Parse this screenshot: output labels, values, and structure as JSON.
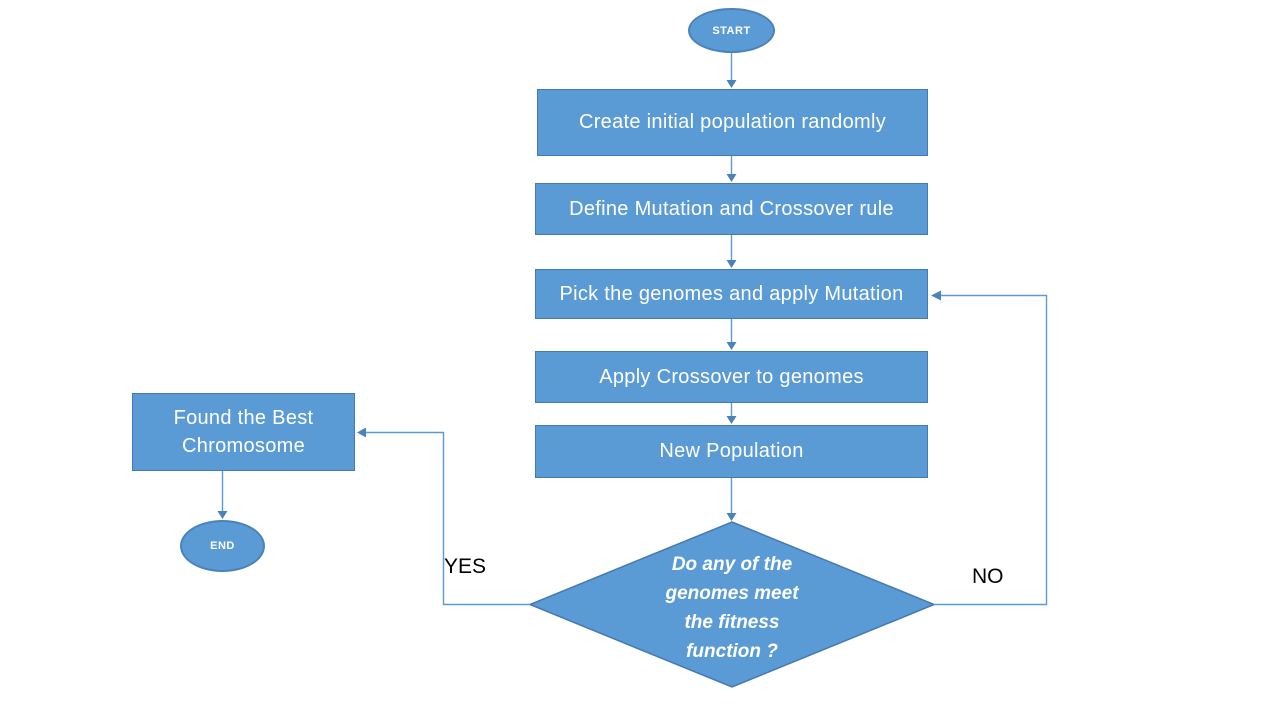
{
  "colors": {
    "shape_fill": "#5B9BD5",
    "shape_border": "#4479B2",
    "connector_line": "#5B9BD5",
    "arrowhead": "#4A82BC",
    "node_text": "#FFFFFF",
    "edge_label_text": "#000000",
    "background": "#FFFFFF"
  },
  "nodes": {
    "start": {
      "label": "START"
    },
    "create_population": {
      "label": "Create initial population randomly"
    },
    "define_rules": {
      "label": "Define Mutation and Crossover rule"
    },
    "pick_genomes": {
      "label": "Pick the genomes and apply Mutation"
    },
    "apply_crossover": {
      "label": "Apply Crossover to genomes"
    },
    "new_population": {
      "label": "New Population"
    },
    "decision": {
      "label": "Do any of the genomes meet the fitness function ?",
      "lines": [
        "Do any of the",
        "genomes meet",
        "the fitness",
        "function ?"
      ]
    },
    "found_best": {
      "label": "Found the Best Chromosome",
      "lines": [
        "Found the Best",
        "Chromosome"
      ]
    },
    "end": {
      "label": "END"
    }
  },
  "edges": {
    "yes_label": "YES",
    "no_label": "NO"
  }
}
